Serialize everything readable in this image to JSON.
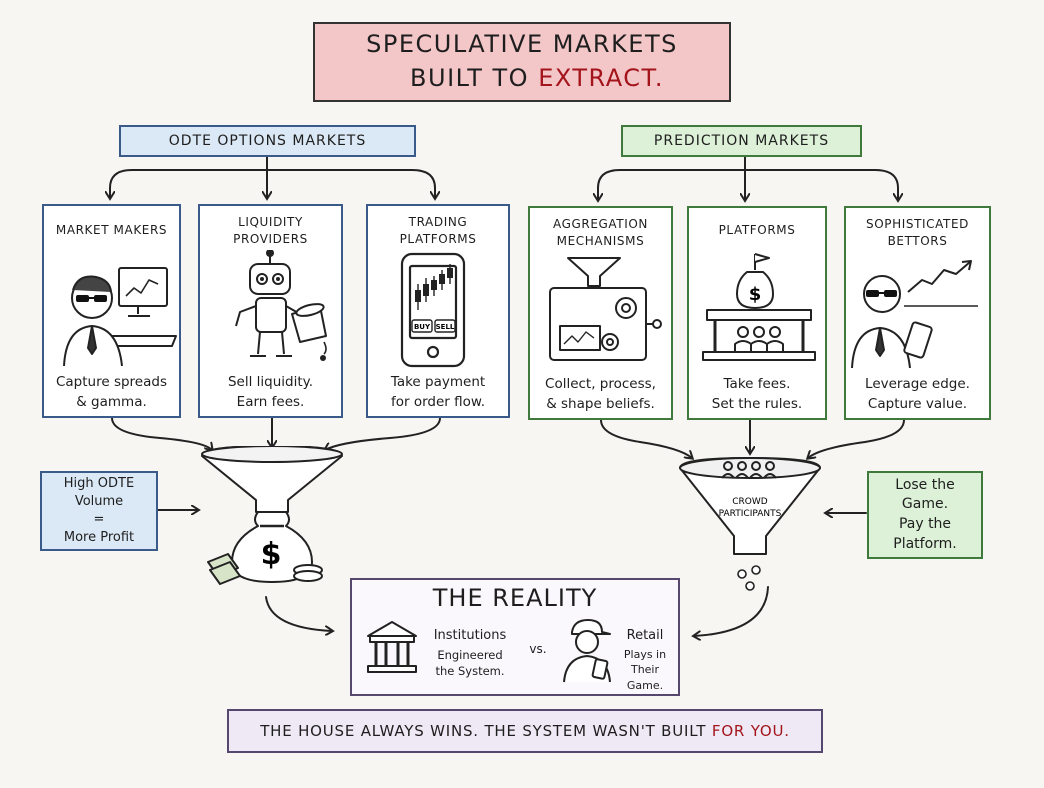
{
  "title": {
    "line1": "SPECULATIVE MARKETS",
    "line2_prefix": "BUILT TO ",
    "line2_highlight": "EXTRACT."
  },
  "left_section": {
    "label": "ODTE OPTIONS MARKETS",
    "cards": [
      {
        "title": "MARKET MAKERS",
        "caption_l1": "Capture spreads",
        "caption_l2": "& gamma."
      },
      {
        "title_l1": "LIQUIDITY",
        "title_l2": "PROVIDERS",
        "caption_l1": "Sell liquidity.",
        "caption_l2": "Earn fees."
      },
      {
        "title_l1": "TRADING",
        "title_l2": "PLATFORMS",
        "caption_l1": "Take payment",
        "caption_l2": "for order flow."
      }
    ],
    "side_note": {
      "l1": "High ODTE",
      "l2": "Volume",
      "l3": "=",
      "l4": "More Profit"
    },
    "phone_buttons": {
      "buy": "BUY",
      "sell": "SELL"
    },
    "money_symbol": "$"
  },
  "right_section": {
    "label": "PREDICTION MARKETS",
    "cards": [
      {
        "title_l1": "AGGREGATION",
        "title_l2": "MECHANISMS",
        "caption_l1": "Collect, process,",
        "caption_l2": "& shape beliefs."
      },
      {
        "title": "PLATFORMS",
        "caption_l1": "Take fees.",
        "caption_l2": "Set the rules."
      },
      {
        "title_l1": "SOPHISTICATED",
        "title_l2": "BETTORS",
        "caption_l1": "Leverage edge.",
        "caption_l2": "Capture value."
      }
    ],
    "funnel_label_l1": "CROWD",
    "funnel_label_l2": "PARTICIPANTS",
    "side_note": {
      "l1": "Lose the",
      "l2": "Game.",
      "l3": "Pay the",
      "l4": "Platform."
    }
  },
  "reality": {
    "title": "THE REALITY",
    "institutions": {
      "label": "Institutions",
      "l1": "Engineered",
      "l2": "the System."
    },
    "vs": "vs.",
    "retail": {
      "label": "Retail",
      "l1": "Plays in",
      "l2": "Their Game."
    }
  },
  "footer": {
    "prefix": "THE HOUSE ALWAYS WINS. THE SYSTEM WASN'T BUILT ",
    "highlight": "FOR YOU."
  },
  "colors": {
    "title_bg": "#f3c6c8",
    "accent_red": "#a3141b",
    "left_bg": "#dbe9f6",
    "right_bg": "#ddf0d8",
    "footer_bg": "#efe9f6"
  }
}
